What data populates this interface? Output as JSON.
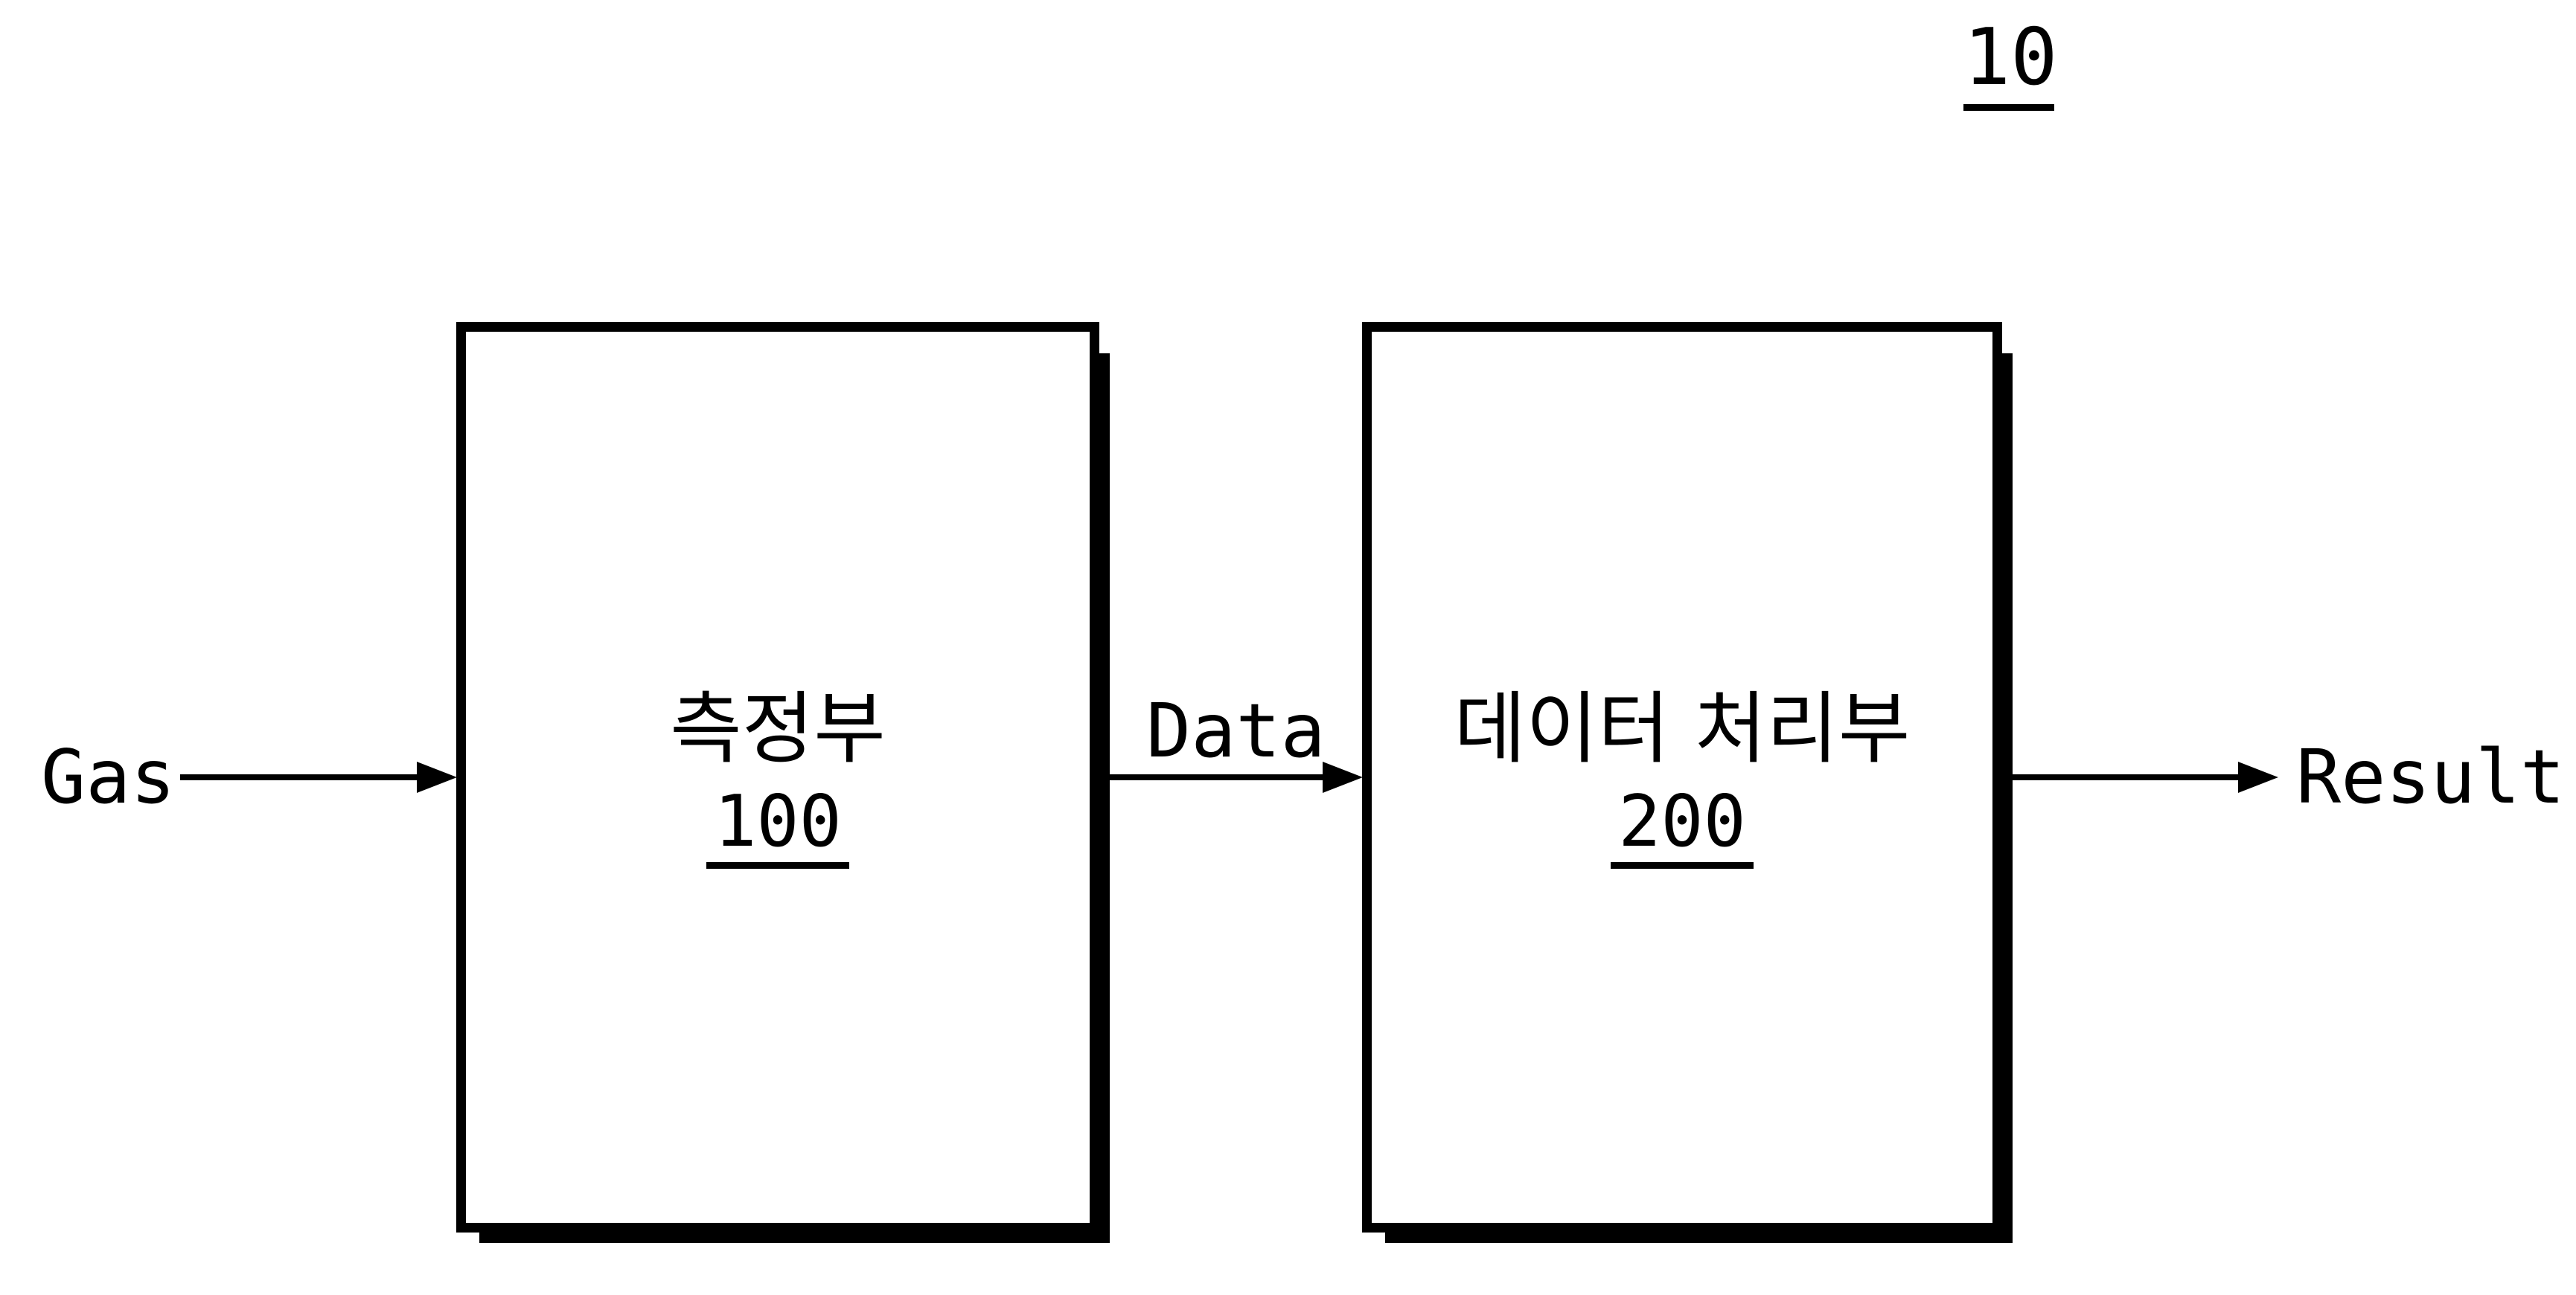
{
  "figure": {
    "number": "10"
  },
  "blocks": [
    {
      "label": "측정부",
      "ref": "100"
    },
    {
      "label": "데이터 처리부",
      "ref": "200"
    }
  ],
  "flows": [
    {
      "label": "Gas"
    },
    {
      "label": "Data"
    },
    {
      "label": "Result"
    }
  ],
  "colors": {
    "ink": "#000000",
    "background": "#ffffff"
  }
}
